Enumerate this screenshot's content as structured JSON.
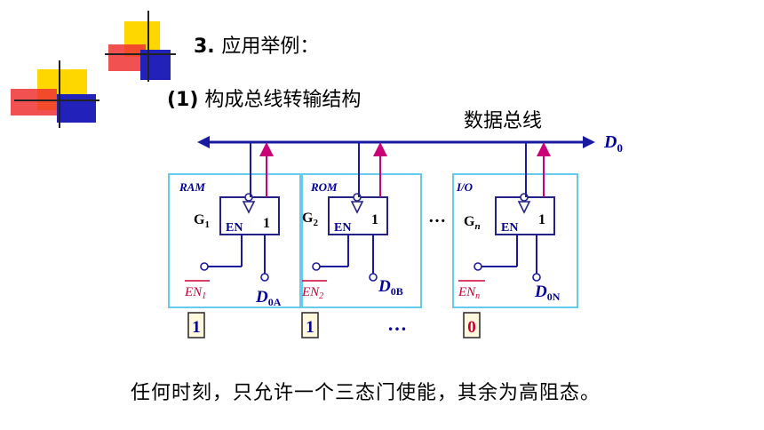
{
  "title": {
    "number": "3.",
    "text": "应用举例："
  },
  "subtitle": {
    "number": "(1)",
    "text": "构成总线转输结构"
  },
  "bus": {
    "label": "数据总线",
    "signal": "D",
    "signal_sub": "0"
  },
  "units": [
    {
      "name": "RAM",
      "gate": "G",
      "gate_sub": "1",
      "en_label": "EN",
      "en_sub": "1",
      "out": "D",
      "out_sub": "0A",
      "value": "1",
      "logic": "1",
      "en": "EN"
    },
    {
      "name": "ROM",
      "gate": "G",
      "gate_sub": "2",
      "en_label": "EN",
      "en_sub": "2",
      "out": "D",
      "out_sub": "0B",
      "value": "1",
      "logic": "1",
      "en": "EN"
    },
    {
      "name": "I/O",
      "gate": "G",
      "gate_sub": "n",
      "en_label": "EN",
      "en_sub": "n",
      "out": "D",
      "out_sub": "0N",
      "value": "0",
      "logic": "1",
      "en": "EN"
    }
  ],
  "ellipsis": "…",
  "ellipsis_bottom": "…",
  "footer": "任何时刻，只允许一个三态门使能，其余为高阻态。",
  "colors": {
    "bus": "#1a1aa0",
    "box_border": "#66ccee",
    "gate_border": "#222288",
    "pink": "#cc0077",
    "label_blue": "#000099",
    "value_zero": "#cc0033",
    "deco_yellow": "#ffd700",
    "deco_red": "#ee3333",
    "deco_blue": "#2222bb"
  }
}
